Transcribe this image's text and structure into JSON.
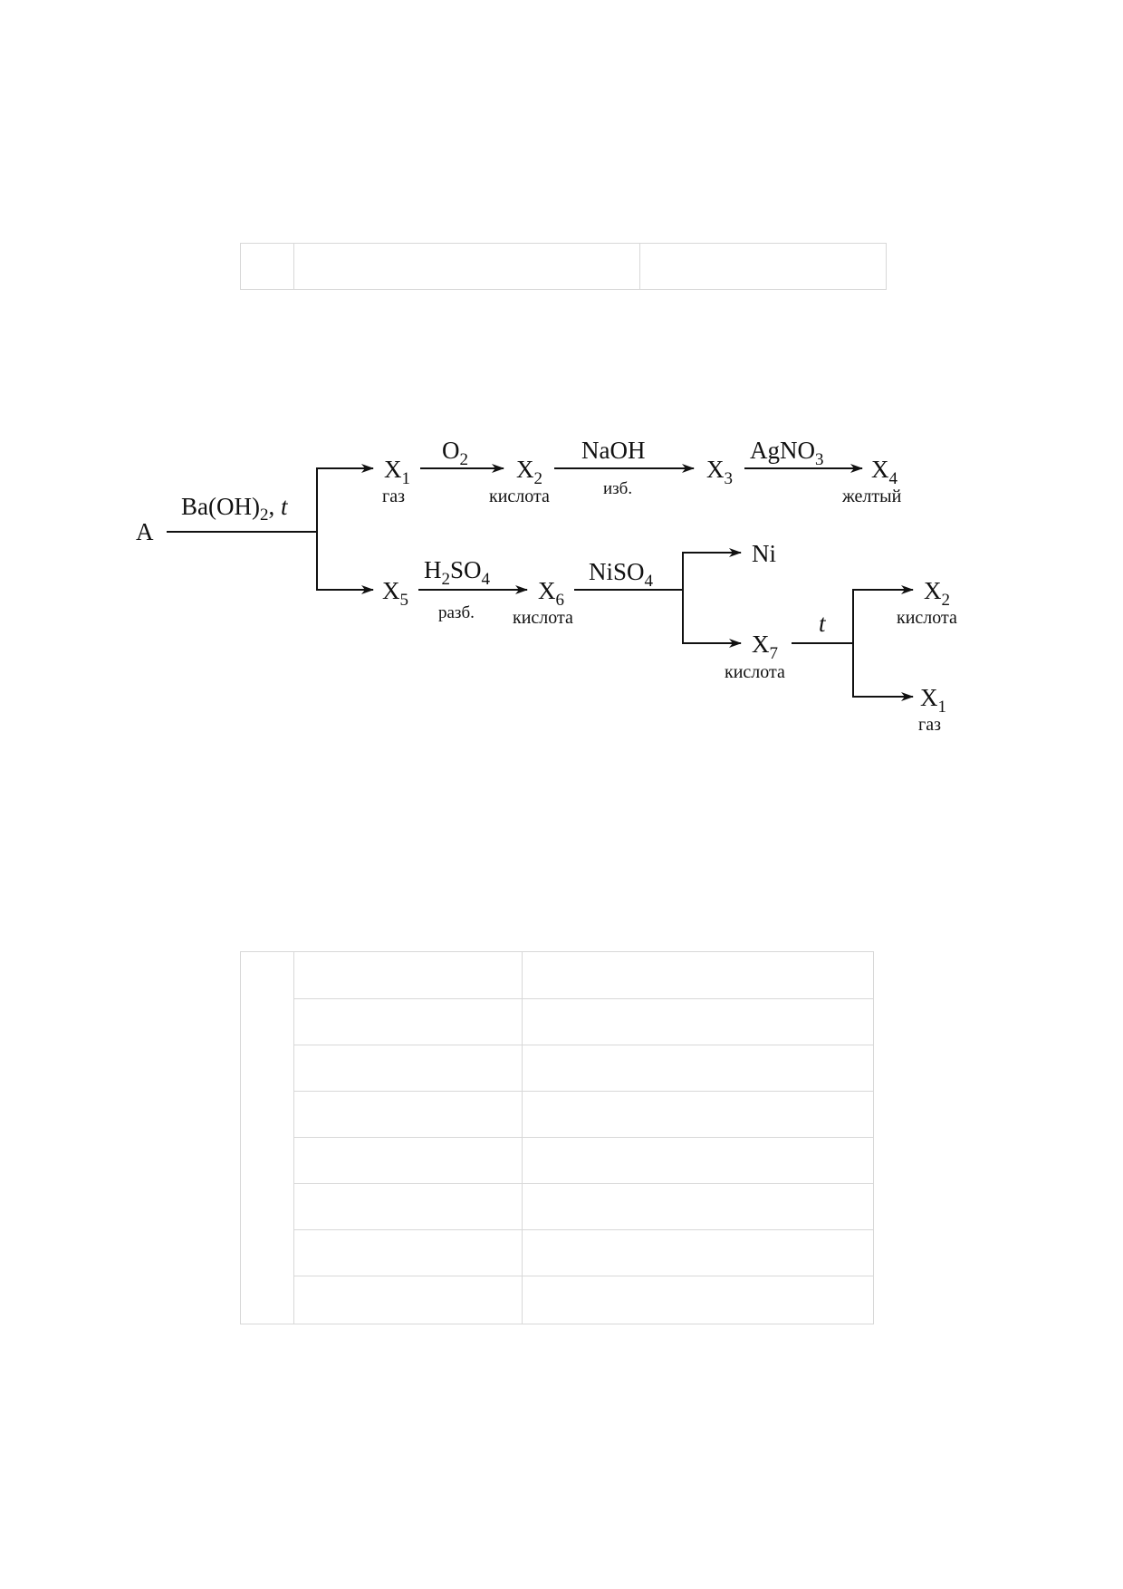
{
  "scheme": {
    "A": "A",
    "reagent_main": "Ba(OH)",
    "reagent_main_sub": "2",
    "reagent_main_tail": ", ",
    "reagent_main_t": "t",
    "X1": "X",
    "X1_sub": "1",
    "X1_label": "газ",
    "O2": "O",
    "O2_sub": "2",
    "X2": "X",
    "X2_sub": "2",
    "X2_label": "кислота",
    "NaOH": "NaOH",
    "NaOH_note": "изб.",
    "X3": "X",
    "X3_sub": "3",
    "AgNO3": "AgNO",
    "AgNO3_sub": "3",
    "X4": "X",
    "X4_sub": "4",
    "X4_label": "желтый",
    "X5": "X",
    "X5_sub": "5",
    "H2SO4_a": "H",
    "H2SO4_sub1": "2",
    "H2SO4_b": "SO",
    "H2SO4_sub2": "4",
    "H2SO4_note": "разб.",
    "X6": "X",
    "X6_sub": "6",
    "X6_label": "кислота",
    "NiSO4": "NiSO",
    "NiSO4_sub": "4",
    "Ni": "Ni",
    "X7": "X",
    "X7_sub": "7",
    "X7_label": "кислота",
    "t2": "t",
    "X2b": "X",
    "X2b_sub": "2",
    "X2b_label": "кислота",
    "X1b": "X",
    "X1b_sub": "1",
    "X1b_label": "газ"
  },
  "colors": {
    "ink": "#111111",
    "table_border": "#d8d8d8"
  }
}
